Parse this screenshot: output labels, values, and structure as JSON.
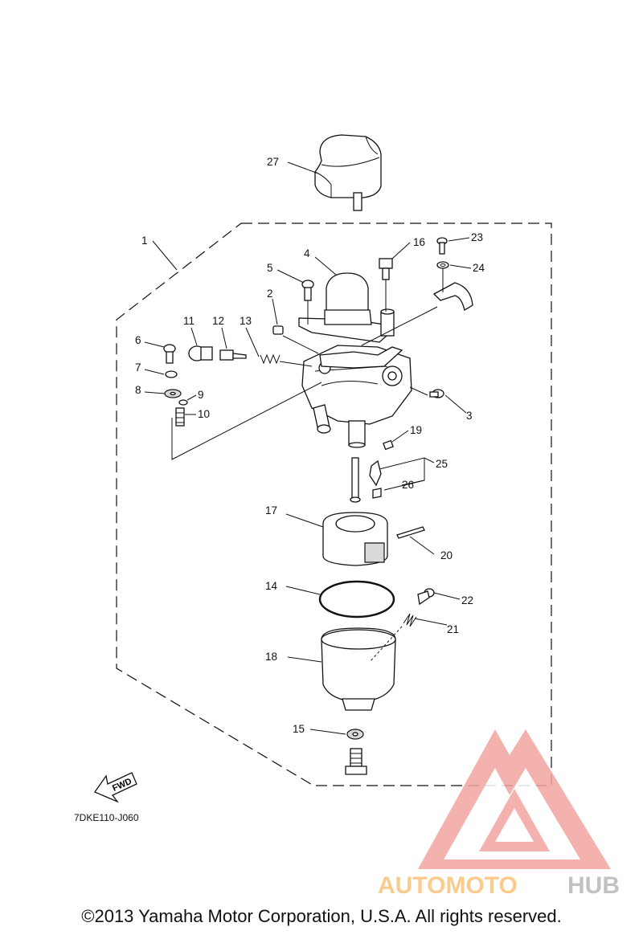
{
  "callouts": [
    "1",
    "2",
    "3",
    "4",
    "5",
    "6",
    "7",
    "8",
    "9",
    "10",
    "11",
    "12",
    "13",
    "14",
    "15",
    "16",
    "17",
    "18",
    "19",
    "20",
    "21",
    "22",
    "23",
    "24",
    "25",
    "26",
    "27"
  ],
  "fwd_label": "FWD",
  "diagram_code": "7DKE110-J060",
  "watermark": {
    "text_part1": "AUTOMOTO",
    "text_part2": "HUB",
    "color_primary": "#f2a5a0",
    "color_secondary": "#f8c27a",
    "color_dark": "#b8b8b8"
  },
  "copyright": "©2013 Yamaha Motor Corporation, U.S.A. All rights reserved."
}
